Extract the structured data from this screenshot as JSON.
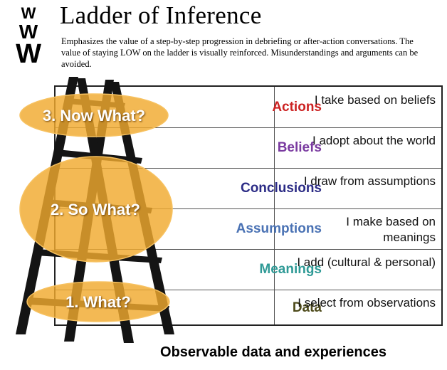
{
  "title": "Ladder of Inference",
  "subtitle": "Emphasizes the value of a step-by-step progression in debriefing or after-action conversations. The value of staying LOW on the ladder is visually reinforced. Misunderstandings and arguments can be avoided.",
  "logo": {
    "icon": "www-logo",
    "text": "WWW"
  },
  "rungs": [
    {
      "label": "Actions",
      "desc": "I take based on beliefs",
      "color": "#cc2222"
    },
    {
      "label": "Beliefs",
      "desc": "I adopt about the world",
      "color": "#7a3aa0"
    },
    {
      "label": "Conclusions",
      "desc": "I draw from assumptions",
      "color": "#2c2c86"
    },
    {
      "label": "Assumptions",
      "desc": "I make based on meanings",
      "color": "#4a72b4"
    },
    {
      "label": "Meanings",
      "desc": "I add (cultural & personal)",
      "color": "#2f9a96"
    },
    {
      "label": "Data",
      "desc": "I select from observations",
      "color": "#4d4a1a"
    }
  ],
  "stages": [
    {
      "label": "3. Now What?"
    },
    {
      "label": "2. So What?"
    },
    {
      "label": "1. What?"
    }
  ],
  "footer": "Observable data and experiences",
  "colors": {
    "ellipse_fill": "#f0a92e",
    "ladder": "#141414"
  }
}
